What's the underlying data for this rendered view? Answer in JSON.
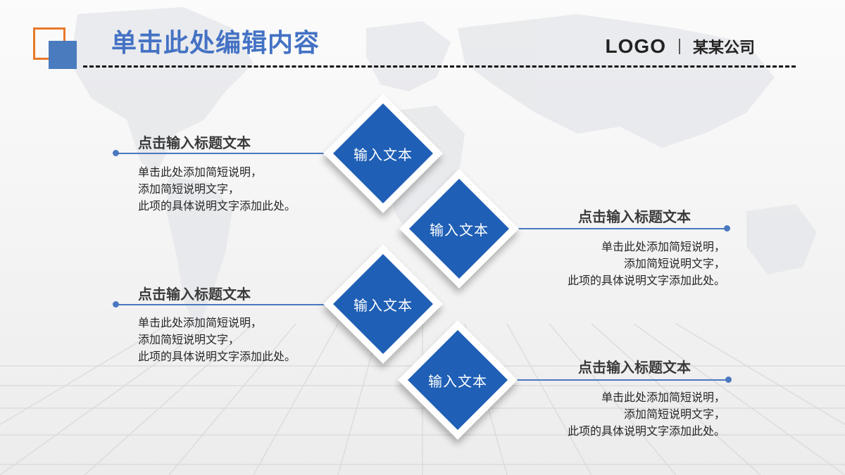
{
  "header": {
    "title": "单击此处编辑内容",
    "logo_text": "LOGO",
    "company": "某某公司"
  },
  "colors": {
    "accent_blue": "#1f5fb5",
    "title_blue": "#4472c4",
    "orange": "#e8782a",
    "line_blue": "#4a78c0"
  },
  "steps": [
    {
      "label": "输入文本",
      "title": "点击输入标题文本",
      "desc": [
        "单击此处添加简短说明，",
        "添加简短说明文字，",
        "此项的具体说明文字添加此处。"
      ]
    },
    {
      "label": "输入文本",
      "title": "点击输入标题文本",
      "desc": [
        "单击此处添加简短说明，",
        "添加简短说明文字，",
        "此项的具体说明文字添加此处。"
      ]
    },
    {
      "label": "输入文本",
      "title": "点击输入标题文本",
      "desc": [
        "单击此处添加简短说明，",
        "添加简短说明文字，",
        "此项的具体说明文字添加此处。"
      ]
    },
    {
      "label": "输入文本",
      "title": "点击输入标题文本",
      "desc": [
        "单击此处添加简短说明，",
        "添加简短说明文字，",
        "此项的具体说明文字添加此处。"
      ]
    }
  ]
}
